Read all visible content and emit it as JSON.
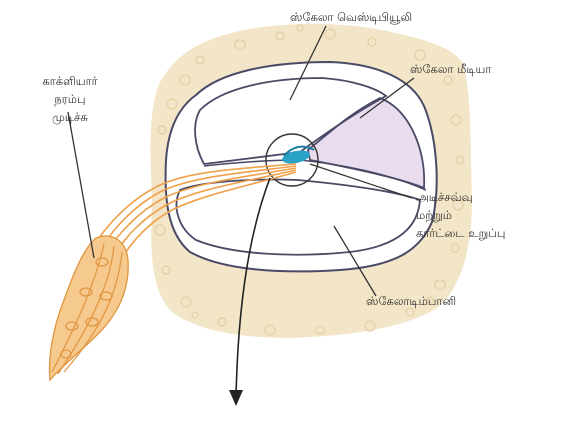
{
  "labels": {
    "scala_vestibuli": "ஸ்கேலா வெஸ்டிபியூலி",
    "scala_media": "ஸ்கேலா மீடியா",
    "cochlear_nerve": [
      "காக்ளியார்",
      "நரம்பு",
      "முடிச்சு"
    ],
    "basilar_organ": [
      "அடிச்சவ்வு",
      "மற்றும்",
      "கார்ட்டை உறுப்பு"
    ],
    "scala_tympani": "ஸ்கேலாடிம்பானி"
  },
  "colors": {
    "bone": "#f3e6c8",
    "bone_spots": "#e8d6ad",
    "chamber_outline": "#4a4a66",
    "media_fill": "#e8dcee",
    "nerve": "#f0a04a",
    "ganglion": "#f6c98e",
    "organ_blue": "#2aa3c8",
    "leader": "#333333"
  }
}
